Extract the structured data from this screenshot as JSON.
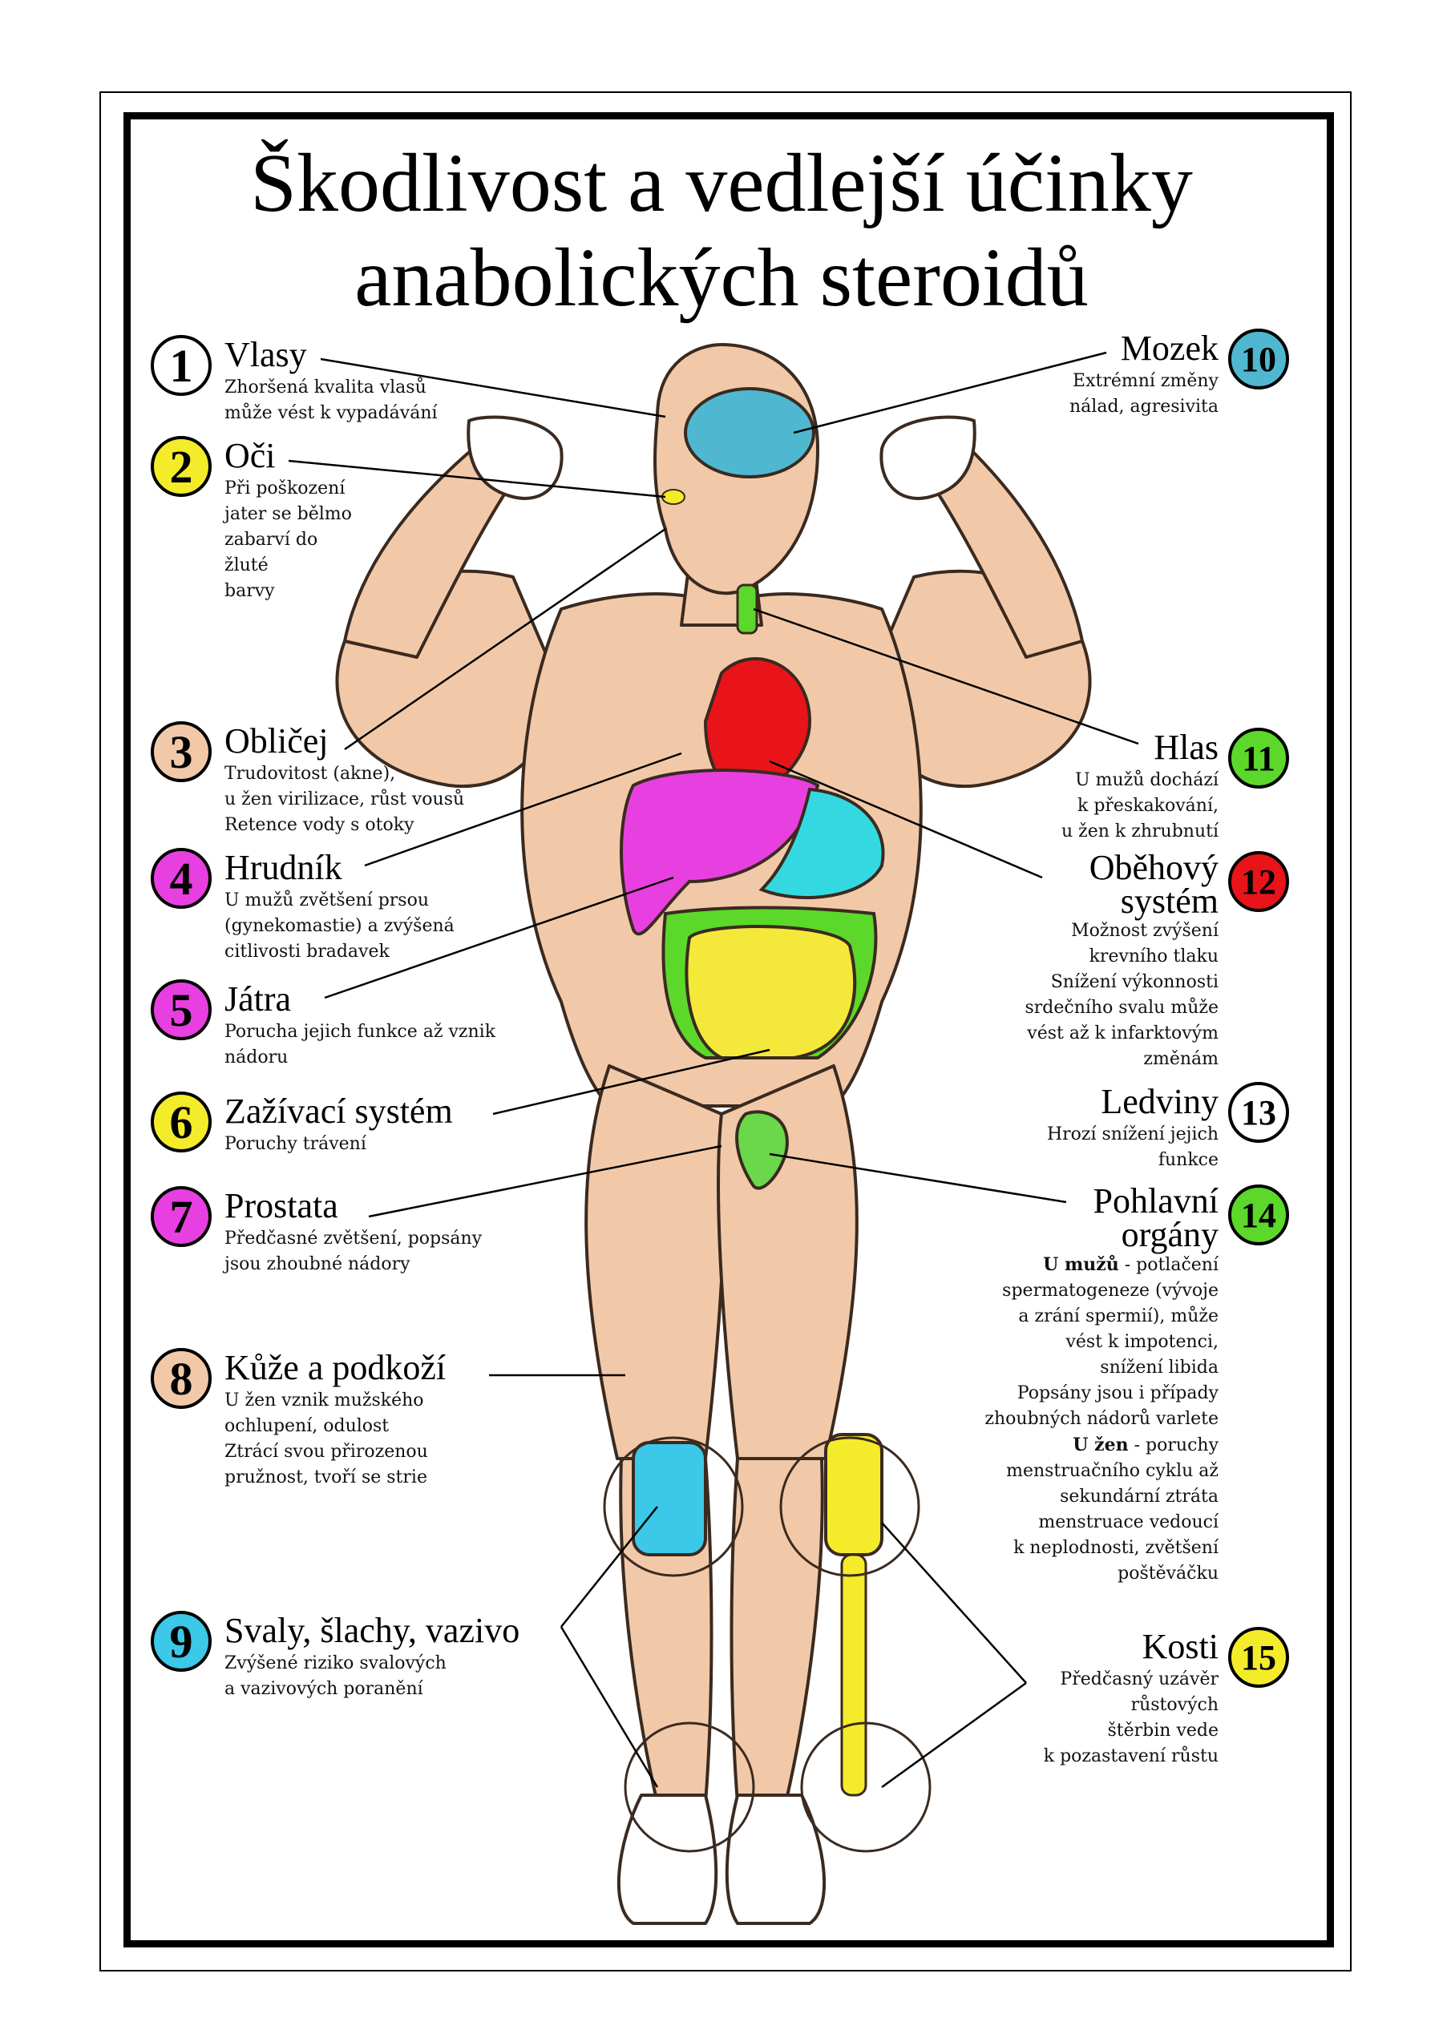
{
  "title_line1": "Škodlivost a vedlejší účinky",
  "title_line2": "anabolických steroidů",
  "colors": {
    "skin": "#f2c9a8",
    "outline": "#3a2a20",
    "brain": "#4fb8d0",
    "liver": "#e840e0",
    "heart": "#e8141a",
    "stomach": "#34d8e0",
    "intestine": "#f4e83a",
    "colon": "#5cd82a",
    "bone": "#f4ec2a",
    "tendon": "#3cc8e8",
    "prostate": "#6ad84a"
  },
  "items": [
    {
      "n": "1",
      "head": "Vlasy",
      "desc": "Zhoršená kvalita vlasů\nmůže vést k vypadávání",
      "circle": "#ffffff"
    },
    {
      "n": "2",
      "head": "Oči",
      "desc": "Při poškození\njater se bělmo\nzabarví do\nžluté\nbarvy",
      "circle": "#f4ec2a"
    },
    {
      "n": "3",
      "head": "Obličej",
      "desc": "Trudovitost (akne),\nu žen virilizace, růst vousů\nRetence vody s otoky",
      "circle": "#f2c9a8"
    },
    {
      "n": "4",
      "head": "Hrudník",
      "desc": "U mužů zvětšení prsou\n(gynekomastie) a zvýšená\ncitlivosti bradavek",
      "circle": "#e840e0"
    },
    {
      "n": "5",
      "head": "Játra",
      "desc": "Porucha jejich funkce až vznik\nnádoru",
      "circle": "#e840e0"
    },
    {
      "n": "6",
      "head": "Zažívací systém",
      "desc": "Poruchy trávení",
      "circle": "#f4ec2a"
    },
    {
      "n": "7",
      "head": "Prostata",
      "desc": "Předčasné zvětšení, popsány\njsou zhoubné nádory",
      "circle": "#e840e0"
    },
    {
      "n": "8",
      "head": "Kůže a podkoží",
      "desc": "U žen vznik mužského\nochlupení, odulost\nZtrácí svou přirozenou\npružnost, tvoří se strie",
      "circle": "#f2c9a8"
    },
    {
      "n": "9",
      "head": "Svaly, šlachy, vazivo",
      "desc": "Zvýšené riziko svalových\na vazivových poranění",
      "circle": "#3cc8e8"
    },
    {
      "n": "10",
      "head": "Mozek",
      "desc": "Extrémní změny\nnálad, agresivita",
      "circle": "#4fb8d0"
    },
    {
      "n": "11",
      "head": "Hlas",
      "desc": "U mužů dochází\nk přeskakování,\nu žen k zhrubnutí",
      "circle": "#5cd82a"
    },
    {
      "n": "12",
      "head": "Oběhový\nsystém",
      "desc": "Možnost zvýšení\nkrevního tlaku\nSnížení výkonnosti\nsrdečního svalu může\nvést až k infarktovým\nzměnám",
      "circle": "#e8141a"
    },
    {
      "n": "13",
      "head": "Ledviny",
      "desc": "Hrozí snížení jejich\nfunkce",
      "circle": "#ffffff"
    },
    {
      "n": "14",
      "head": "Pohlavní\norgány",
      "desc_bold1": "U mužů",
      "desc1": " - potlačení\nspermatogeneze (vývoje\na zrání spermií), může\nvést k impotenci,\nsnížení libida\nPopsány jsou i případy\nzhoubných nádorů varlete",
      "desc_bold2": "U žen",
      "desc2": " - poruchy\nmenstruačního cyklu až\nsekundární ztráta\nmenstruace vedoucí\nk neplodnosti, zvětšení\npoštěváčku",
      "circle": "#5cd82a"
    },
    {
      "n": "15",
      "head": "Kosti",
      "desc": "Předčasný uzávěr\nrůstových\nštěrbin vede\nk pozastavení růstu",
      "circle": "#f4ec2a"
    }
  ]
}
